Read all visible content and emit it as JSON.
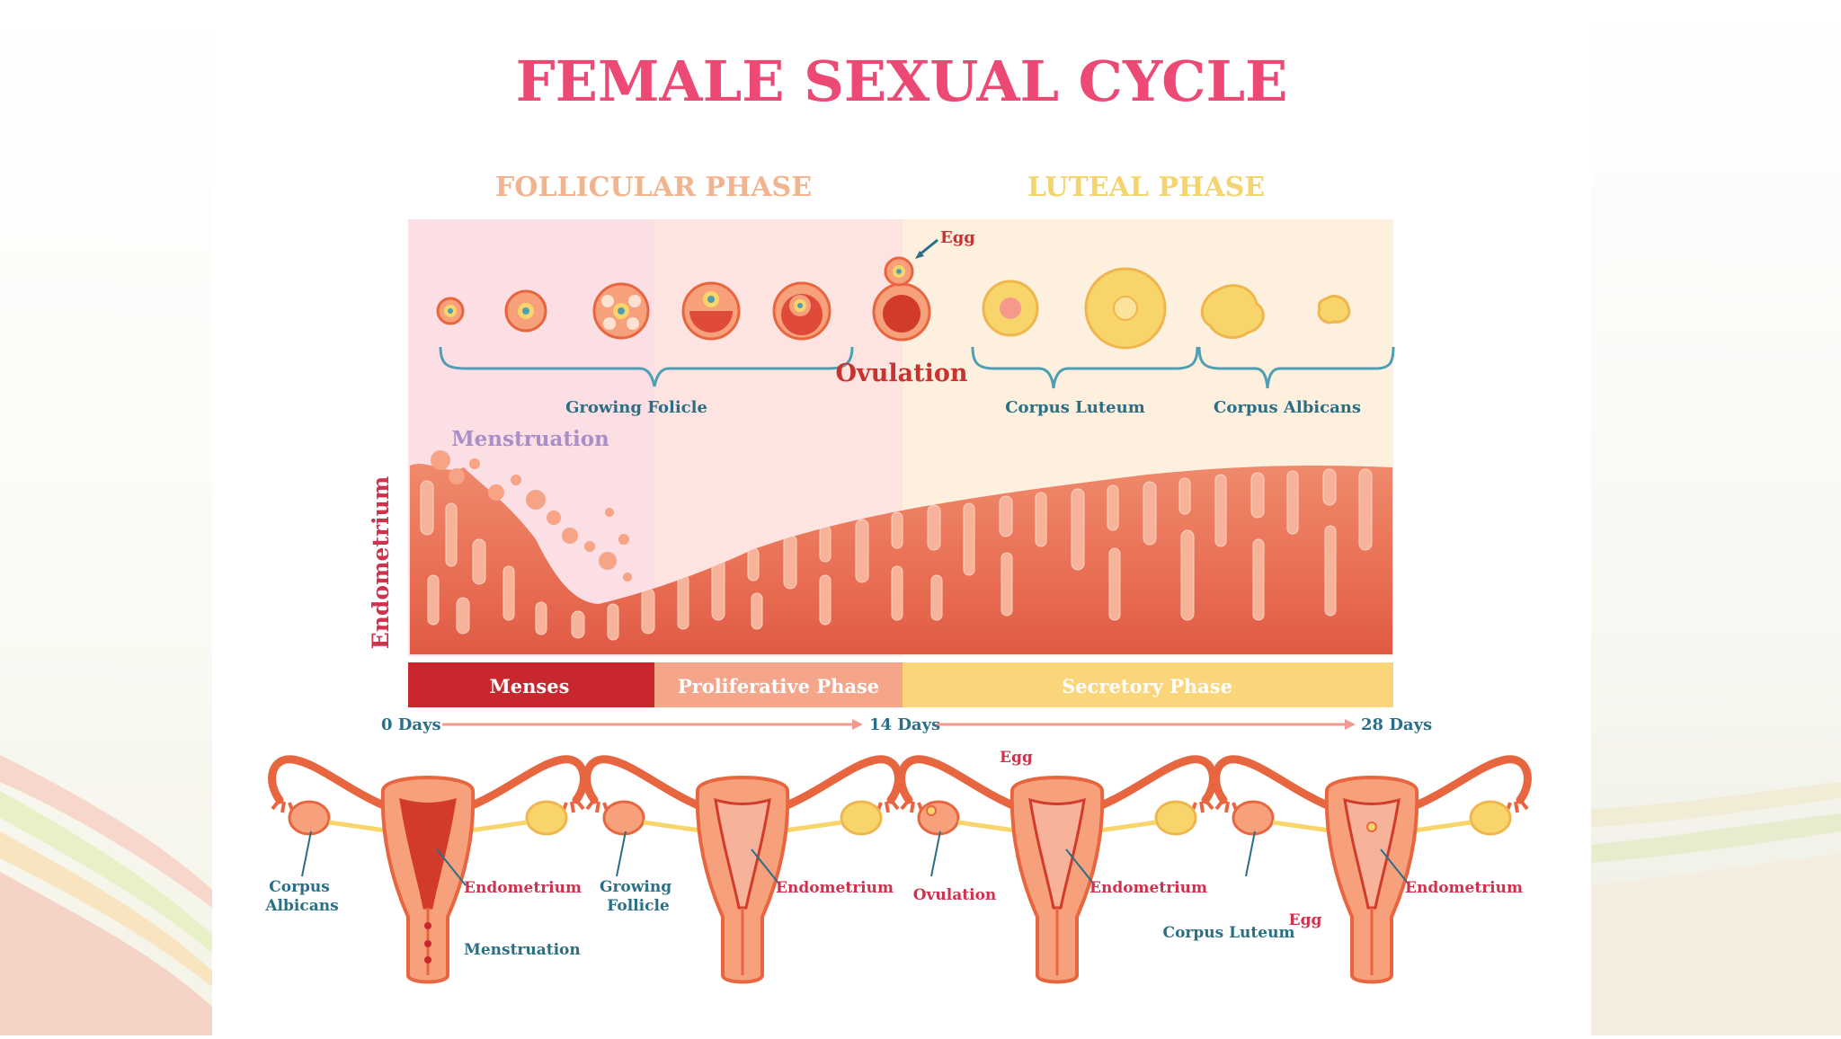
{
  "title": "FEMALE SEXUAL CYCLE",
  "phases": {
    "follicular": "FOLLICULAR PHASE",
    "luteal": "LUTEAL PHASE"
  },
  "labels": {
    "egg": "Egg",
    "ovulation": "Ovulation",
    "growing_follicle": "Growing Folicle",
    "corpus_luteum": "Corpus Luteum",
    "corpus_albicans": "Corpus Albicans",
    "menstruation": "Menstruation",
    "endometrium_axis": "Endometrium"
  },
  "bands": {
    "menses": "Menses",
    "proliferative": "Proliferative Phase",
    "secretory": "Secretory Phase"
  },
  "timeline": {
    "start": "0 Days",
    "mid": "14 Days",
    "end": "28 Days"
  },
  "uteri": [
    {
      "corpus": "Corpus\nAlbicans",
      "endometrium": "Endometrium",
      "extra": "Menstruation"
    },
    {
      "follicle": "Growing\nFollicle",
      "endometrium": "Endometrium"
    },
    {
      "egg": "Egg",
      "ovulation": "Ovulation",
      "endometrium": "Endometrium"
    },
    {
      "corpus": "Corpus Luteum",
      "egg": "Egg",
      "endometrium": "Endometrium"
    }
  ],
  "colors": {
    "title": "#ec4a74",
    "follicular": "#f2b48e",
    "luteal": "#f4d46e",
    "teal": "#2a6f86",
    "red": "#c8322f",
    "menses_band": "#c8282d",
    "proliferative_band": "#f5a58a",
    "secretory_band": "#fbd57a"
  }
}
